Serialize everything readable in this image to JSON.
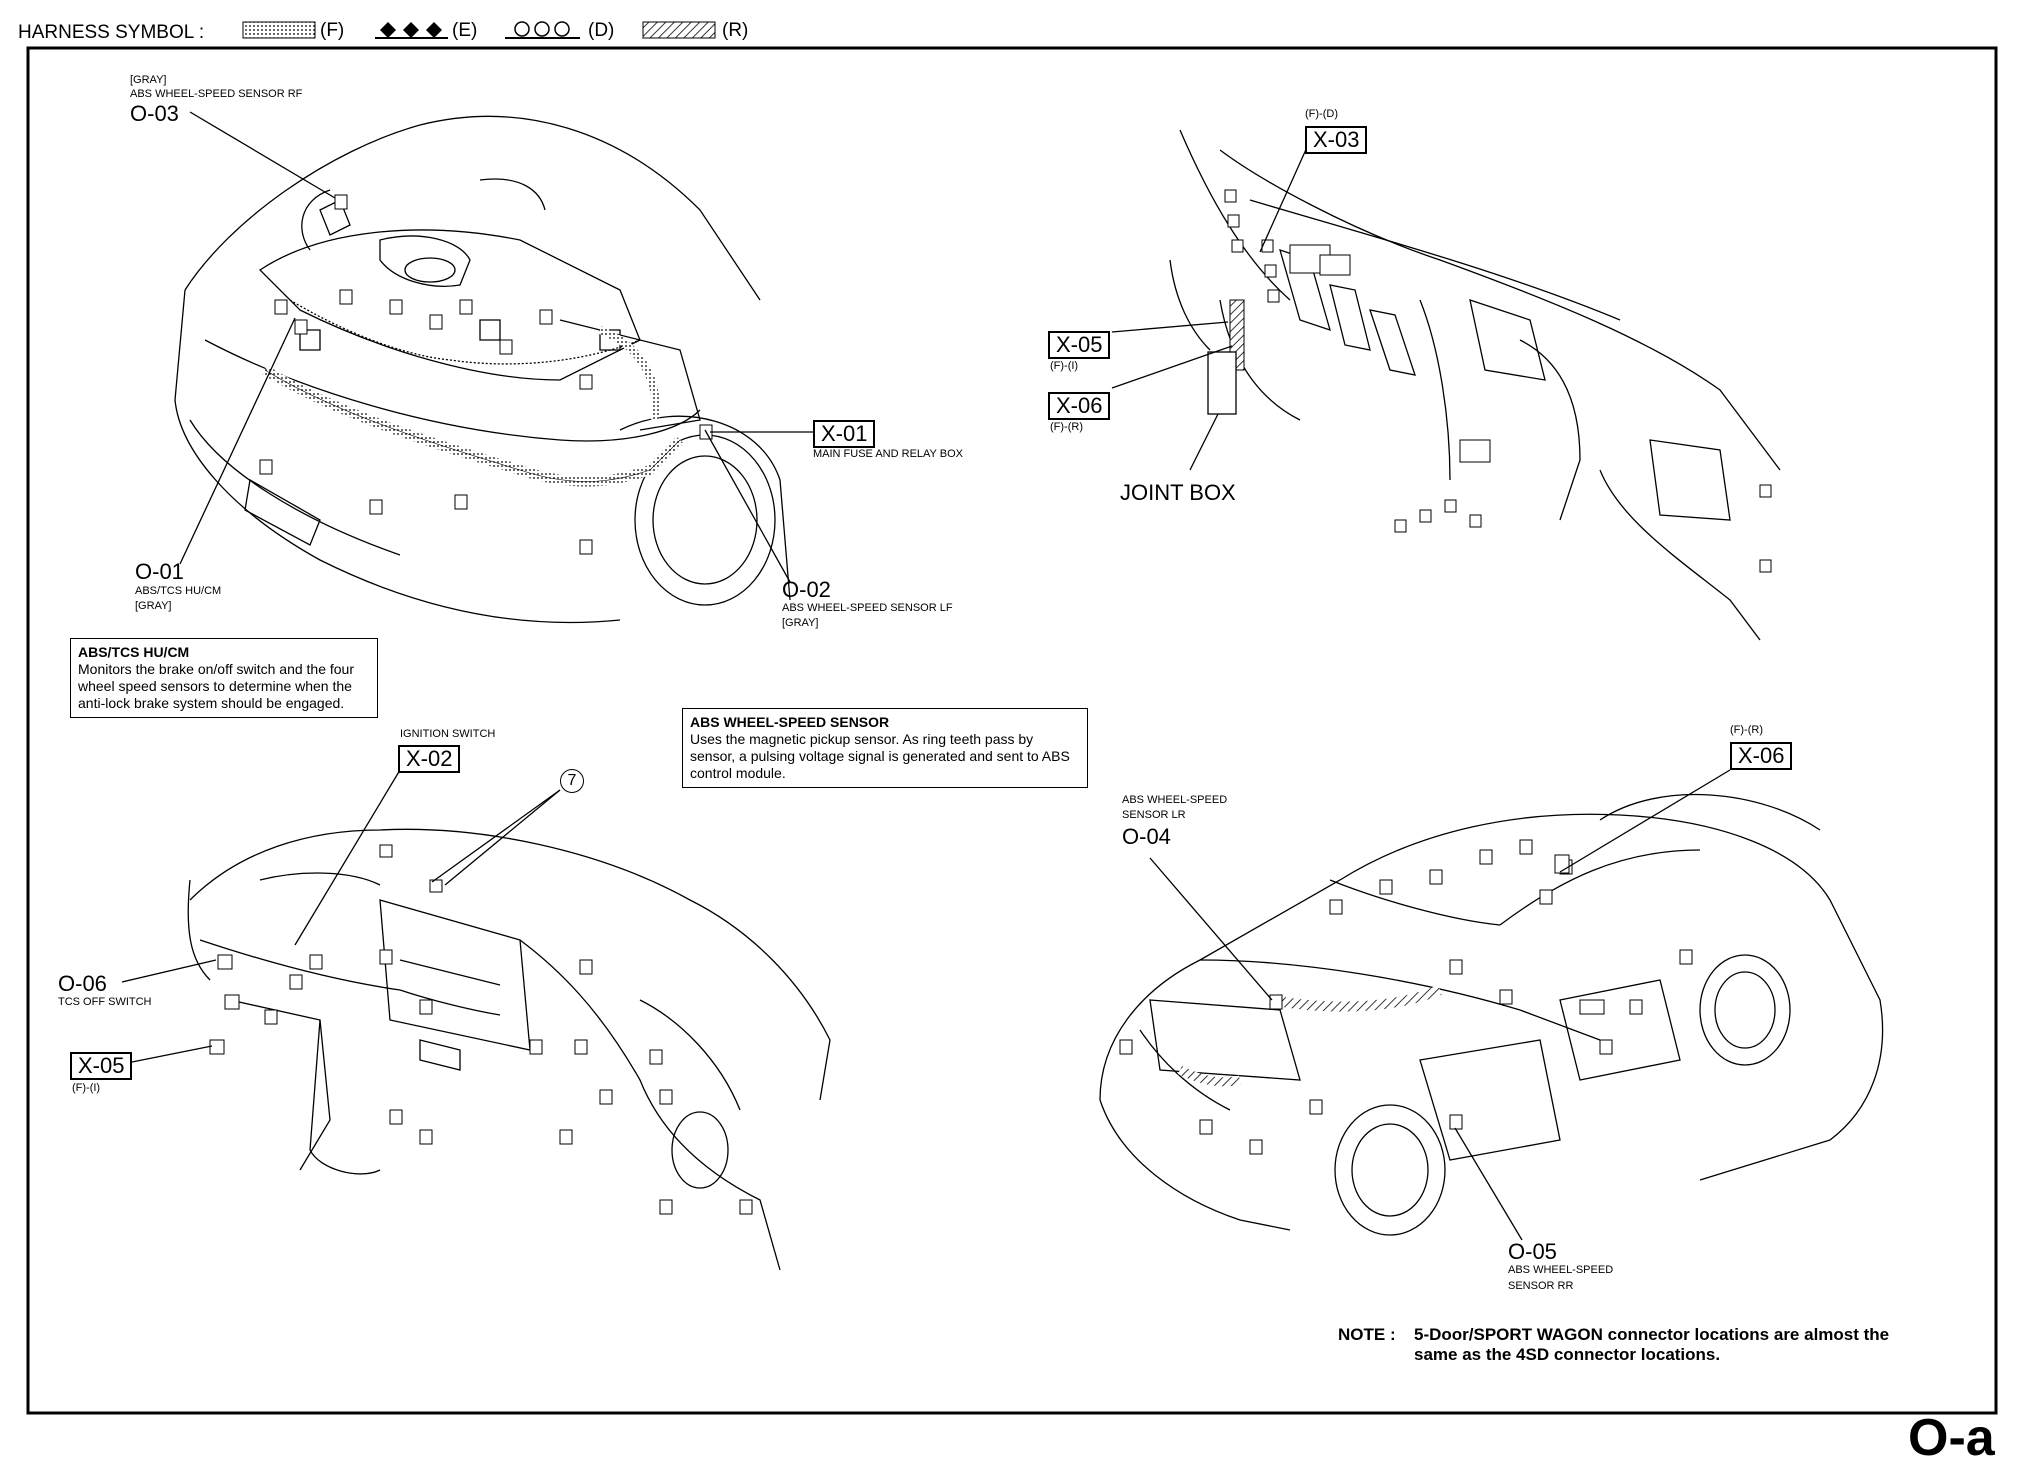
{
  "header": {
    "title": "HARNESS SYMBOL :",
    "symbols": [
      {
        "code": "(F)",
        "pattern": "dotted"
      },
      {
        "code": "(E)",
        "pattern": "diamonds"
      },
      {
        "code": "(D)",
        "pattern": "circles"
      },
      {
        "code": "(R)",
        "pattern": "hatched"
      }
    ]
  },
  "engine_bay": {
    "o03": {
      "color": "[GRAY]",
      "desc": "ABS WHEEL-SPEED SENSOR RF",
      "code": "O-03"
    },
    "x01": {
      "code": "X-01",
      "desc": "MAIN FUSE AND RELAY BOX"
    },
    "o01": {
      "code": "O-01",
      "desc": "ABS/TCS HU/CM",
      "color": "[GRAY]"
    },
    "o02": {
      "code": "O-02",
      "desc": "ABS WHEEL-SPEED SENSOR LF",
      "color": "[GRAY]"
    }
  },
  "dash_top": {
    "x03": {
      "harness": "(F)-(D)",
      "code": "X-03"
    },
    "x05": {
      "code": "X-05",
      "harness": "(F)-(I)"
    },
    "x06": {
      "code": "X-06",
      "harness": "(F)-(R)"
    },
    "joint_box": "JOINT BOX"
  },
  "info_boxes": {
    "abs_tcs": {
      "title": "ABS/TCS HU/CM",
      "body": "Monitors the brake on/off switch and the four wheel speed sensors to determine when the anti-lock brake system should be engaged."
    },
    "wheel_sensor": {
      "title": "ABS WHEEL-SPEED SENSOR",
      "body": "Uses the magnetic pickup sensor. As ring teeth pass by sensor, a pulsing voltage signal is generated and sent to ABS control module."
    }
  },
  "dash_bottom": {
    "x02": {
      "desc": "IGNITION SWITCH",
      "code": "X-02"
    },
    "callout": "7",
    "o06": {
      "code": "O-06",
      "desc": "TCS OFF SWITCH"
    },
    "x05": {
      "code": "X-05",
      "harness": "(F)-(I)"
    }
  },
  "car_body": {
    "x06": {
      "harness": "(F)-(R)",
      "code": "X-06"
    },
    "o04": {
      "desc1": "ABS WHEEL-SPEED",
      "desc2": "SENSOR LR",
      "code": "O-04"
    },
    "o05": {
      "code": "O-05",
      "desc1": "ABS WHEEL-SPEED",
      "desc2": "SENSOR RR"
    }
  },
  "note": {
    "label": "NOTE :",
    "line1": "5-Door/SPORT WAGON connector locations are almost the",
    "line2": "same as the 4SD connector locations."
  },
  "page_id": "O-a"
}
